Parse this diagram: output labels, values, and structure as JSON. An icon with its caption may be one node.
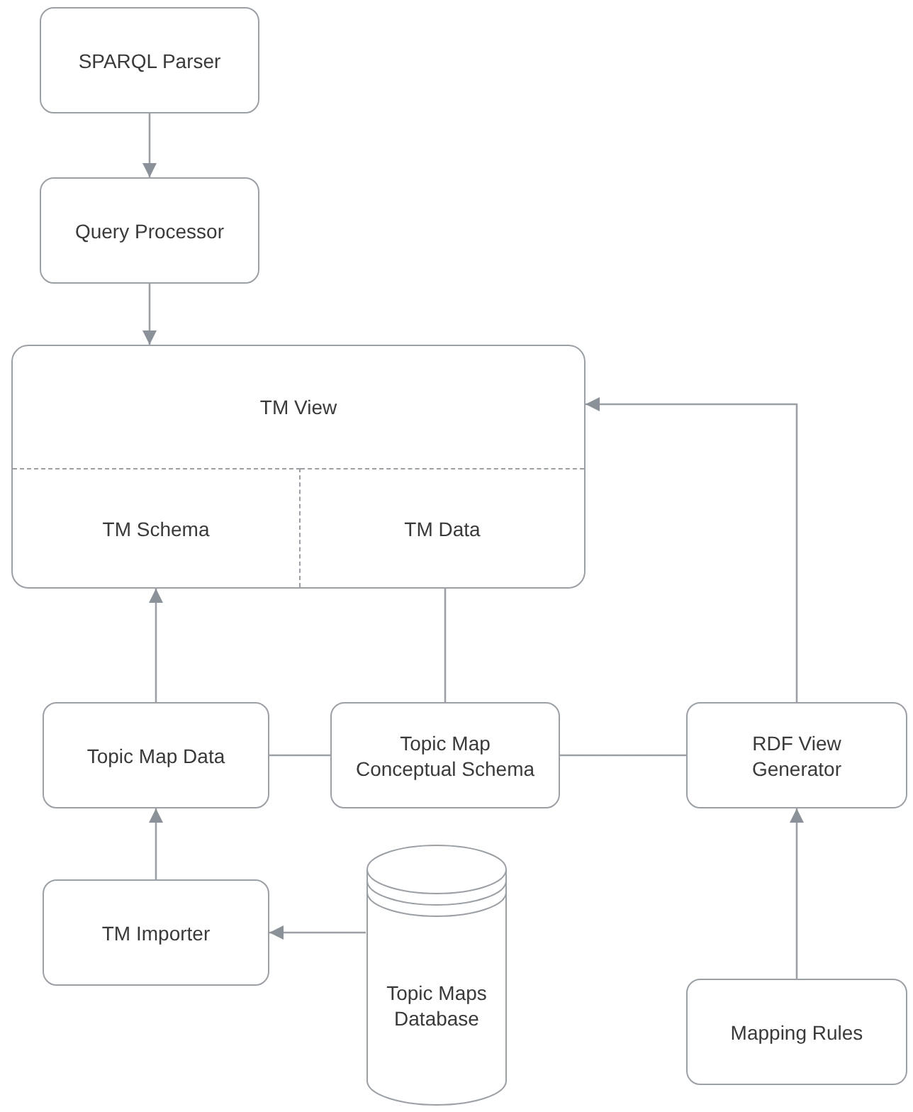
{
  "diagram": {
    "nodes": [
      {
        "text": [
          "SPARQL Parser"
        ]
      },
      {
        "text": [
          "Query Processor"
        ]
      },
      {
        "text": [
          "TM View"
        ]
      },
      {
        "text": [
          "TM Schema"
        ],
        "in": 2
      },
      {
        "text": [
          "TM Data"
        ],
        "in": 2
      },
      {
        "text": [
          "Topic Map Data"
        ]
      },
      {
        "text": [
          "Topic Map Conceptual Schema"
        ]
      },
      {
        "text": [
          "RDF View Generator"
        ]
      },
      {
        "text": [
          "TM Importer"
        ]
      },
      {
        "text": [
          "Topic Maps Database"
        ]
      },
      {
        "text": [
          "Mapping Rules"
        ]
      }
    ],
    "edges": [
      {
        "from": 0,
        "to": 1,
        "arrow": "to"
      },
      {
        "from": 1,
        "to": 2,
        "arrow": "to"
      },
      {
        "from": 5,
        "to": 2,
        "arrow": "to"
      },
      {
        "from": 6,
        "to": 4,
        "arrow": "none"
      },
      {
        "from": 5,
        "to": 6,
        "arrow": "none"
      },
      {
        "from": 6,
        "to": 7,
        "arrow": "none"
      },
      {
        "from": 7,
        "to": 2,
        "arrow": "to"
      },
      {
        "from": 8,
        "to": 5,
        "arrow": "to"
      },
      {
        "from": 9,
        "to": 8,
        "arrow": "to"
      },
      {
        "from": 10,
        "to": 7,
        "arrow": "to"
      }
    ]
  }
}
